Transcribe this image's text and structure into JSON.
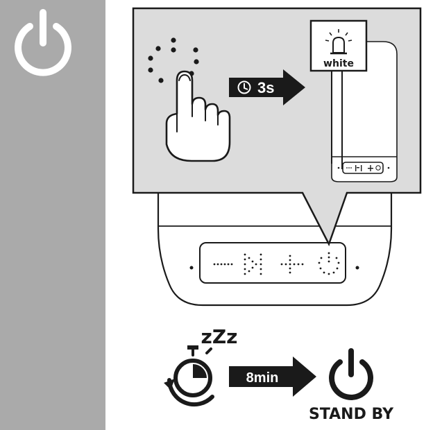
{
  "side_tab": {
    "icon": "power-icon",
    "color": "#aaaaaa"
  },
  "press_step": {
    "gesture": "finger-press-and-hold",
    "target_icon": "dotted-power-icon",
    "arrow_label": "3s",
    "arrow_icon": "clock-icon",
    "callout": {
      "icon": "beacon-light-icon",
      "label": "white"
    }
  },
  "speaker_panel": {
    "icons": [
      "dots-line-icon",
      "play-pause-icon",
      "plus-icon",
      "power-icon"
    ]
  },
  "timeout_step": {
    "sleep_text": "zZz",
    "timer_icon": "stopwatch-icon",
    "arrow_label": "8min",
    "result_icon": "power-icon",
    "result_label": "STAND BY"
  }
}
